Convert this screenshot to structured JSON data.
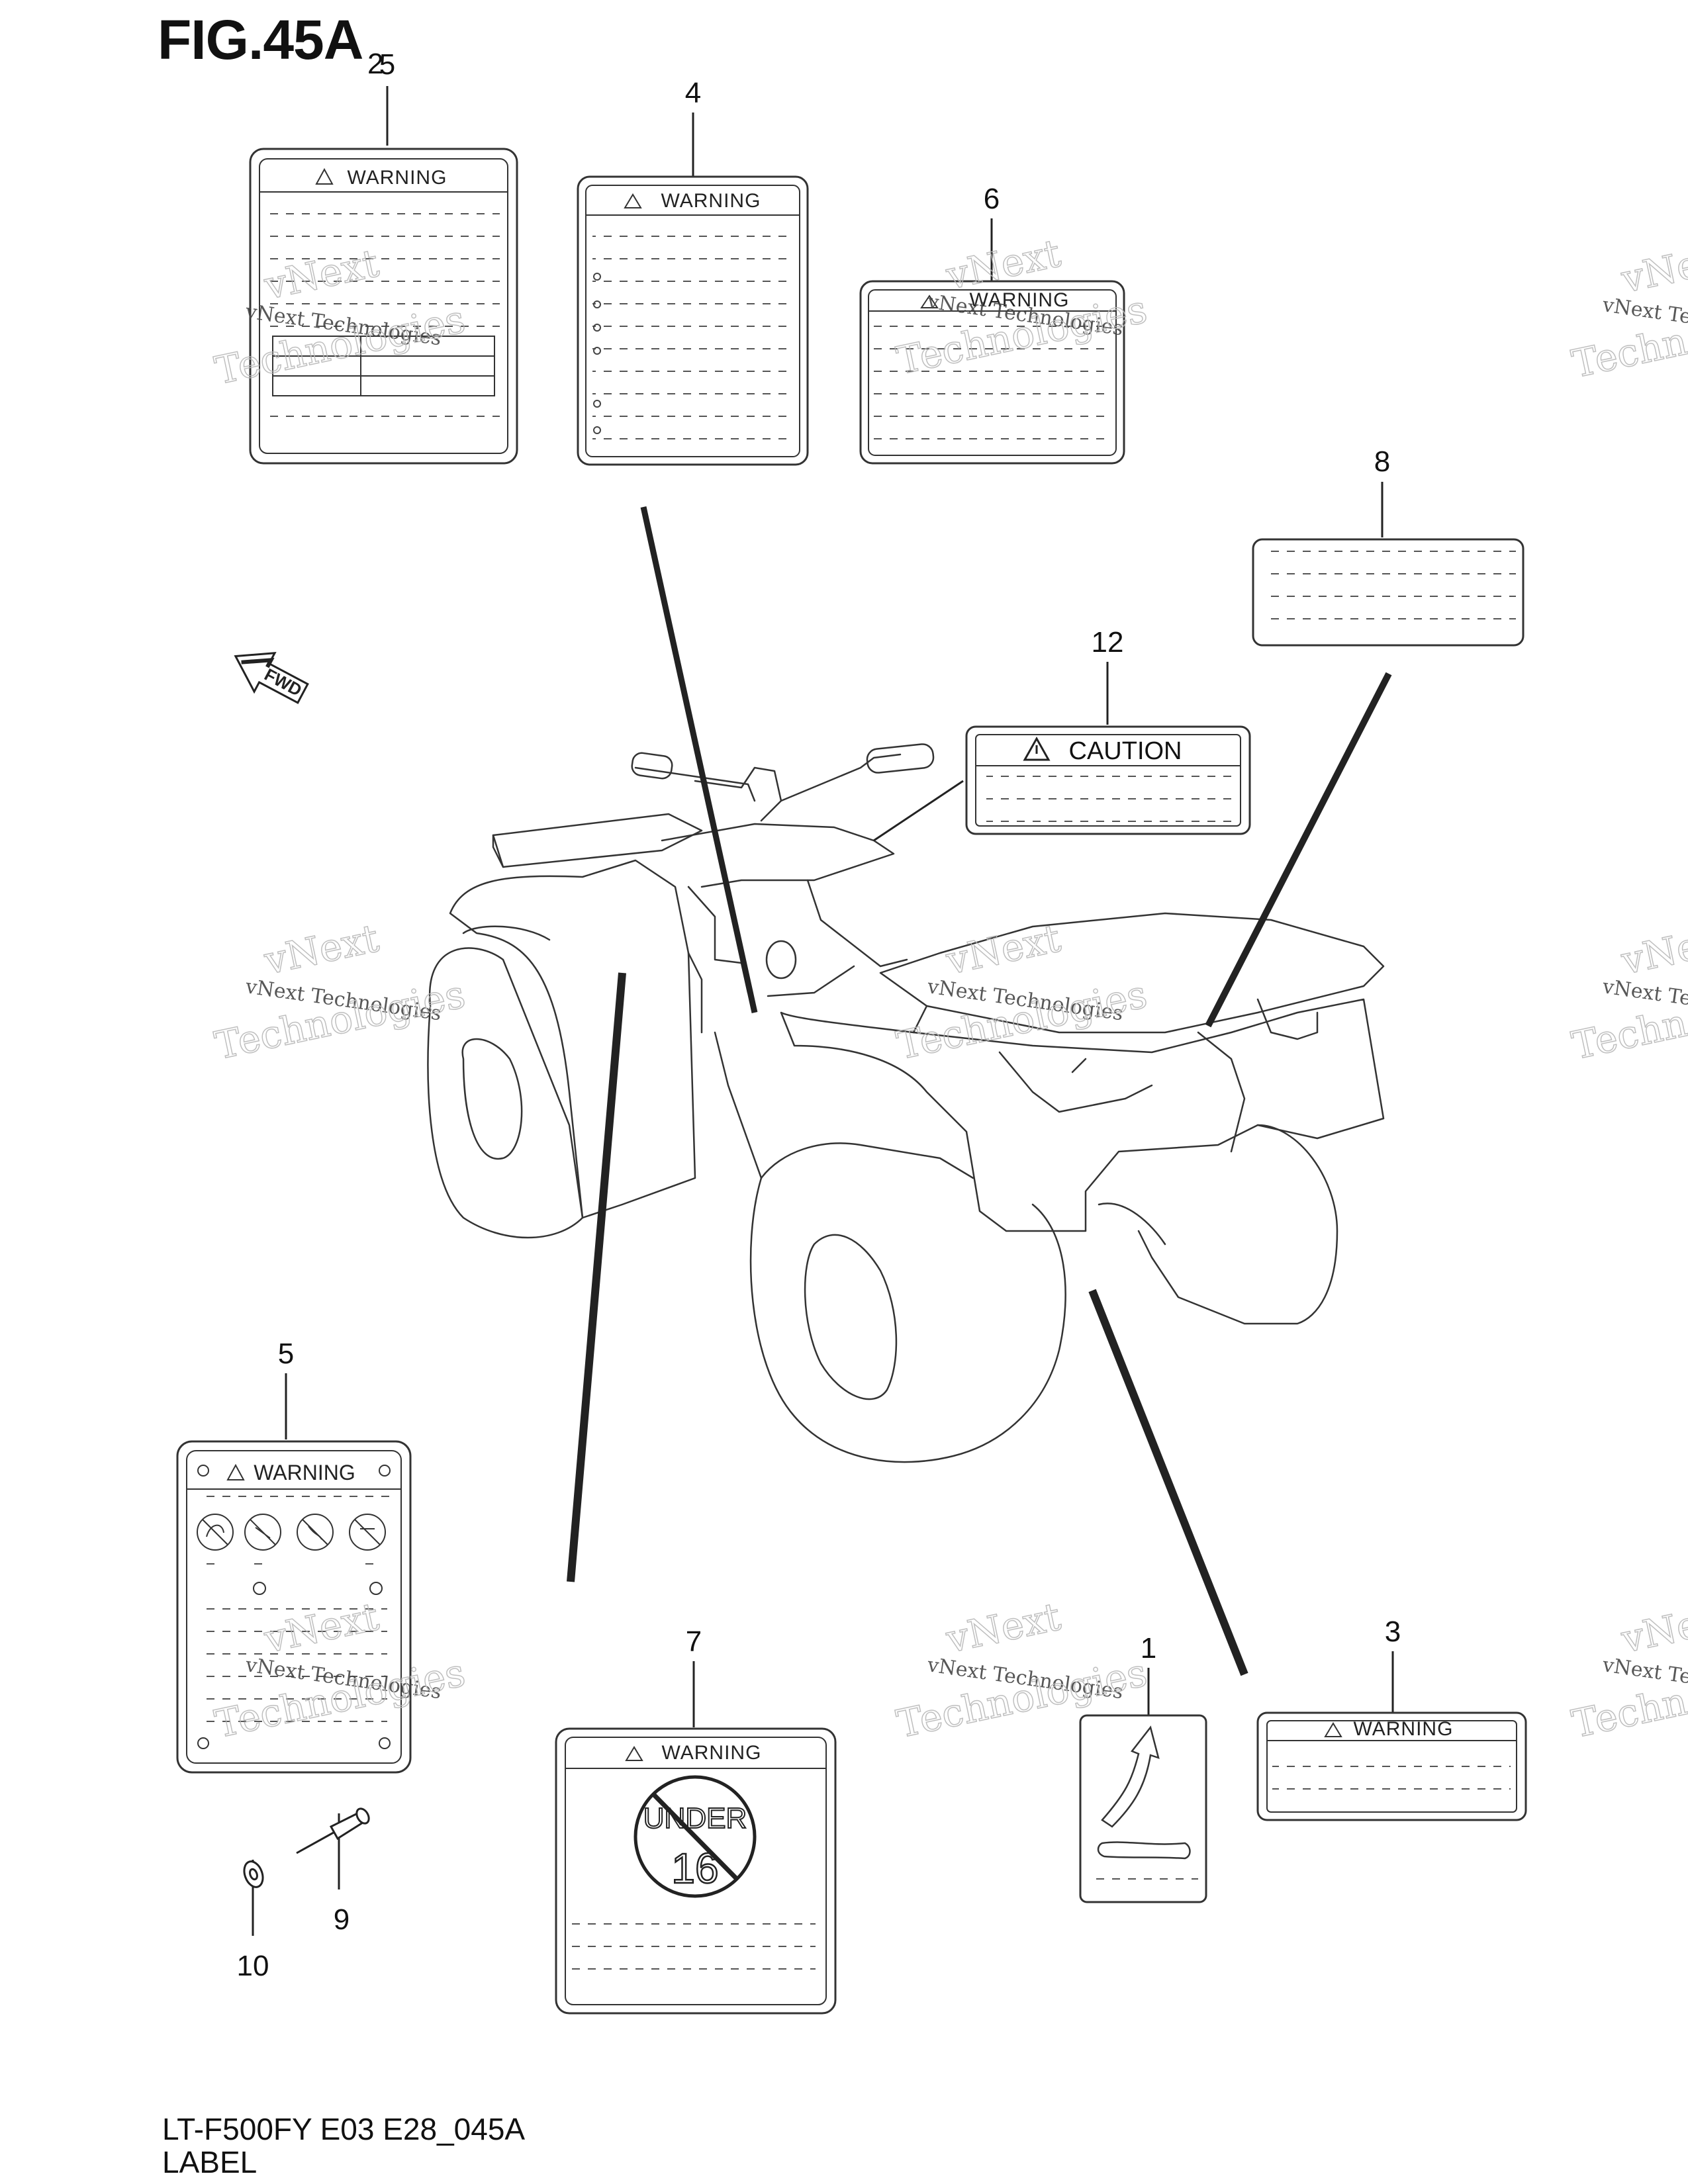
{
  "figure": {
    "title": "FIG.45A",
    "subscript": "2"
  },
  "footer": {
    "model": "LT-F500FY E03 E28_045A",
    "section": "LABEL"
  },
  "callouts": [
    "1",
    "2",
    "3",
    "4",
    "5",
    "6",
    "7",
    "8",
    "9",
    "10",
    "12"
  ],
  "labels": {
    "label_2_title": "WARNING",
    "label_4_title": "WARNING",
    "label_6_title": "WARNING",
    "label_12_title": "CAUTION",
    "label_5_title": "WARNING",
    "label_7_title": "WARNING",
    "label_7_badge_top": "UNDER",
    "label_7_badge_bottom": "16",
    "label_3_title": "WARNING",
    "fwd_arrow": "FWD"
  },
  "watermark": {
    "line1": "vNext Technologies",
    "line2": "vNext",
    "line3": "Technologies"
  },
  "icons": [
    "warning-triangle-icon",
    "fwd-arrow-icon",
    "no-under-16-icon",
    "hazard-pictogram-icon"
  ]
}
